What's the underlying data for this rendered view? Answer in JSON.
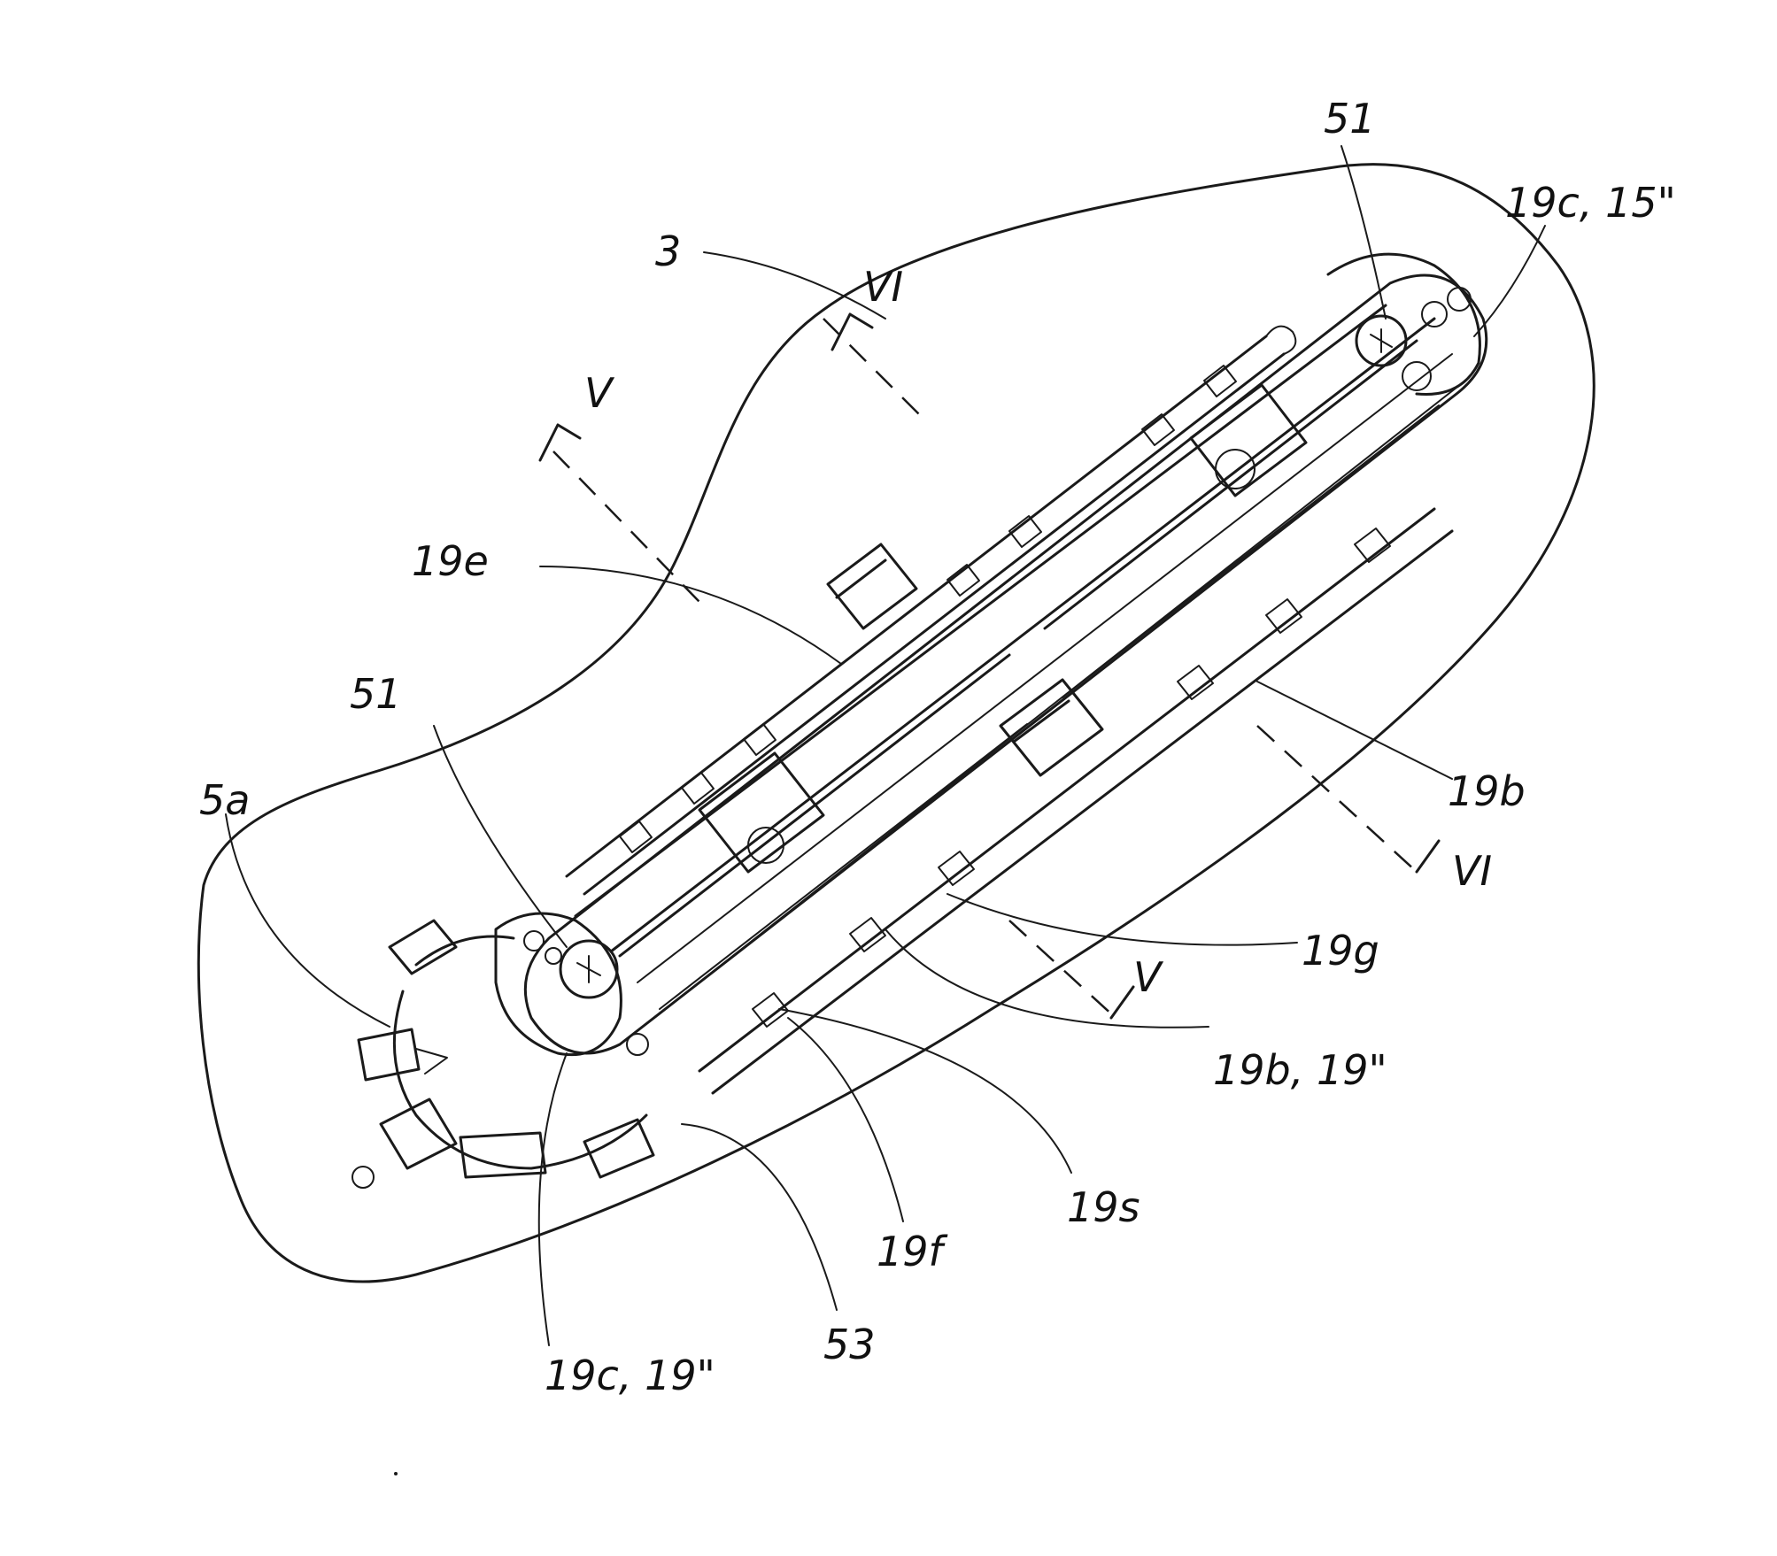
{
  "figure": {
    "labels": {
      "l51_top": "51",
      "l19c_15": "19c, 15\"",
      "l3": "3",
      "lVI_top": "VI",
      "lV_top": "V",
      "l19e": "19e",
      "l51_left": "51",
      "l5a": "5a",
      "l19b": "19b",
      "lVI_bottom": "VI",
      "l19g": "19g",
      "lV_bottom": "V",
      "l19b_19": "19b, 19\"",
      "l19s": "19s",
      "l19f": "19f",
      "l53": "53",
      "l19c_19": "19c, 19\""
    },
    "colors": {
      "ink": "#1a1a1a",
      "paper": "#ffffff"
    }
  }
}
